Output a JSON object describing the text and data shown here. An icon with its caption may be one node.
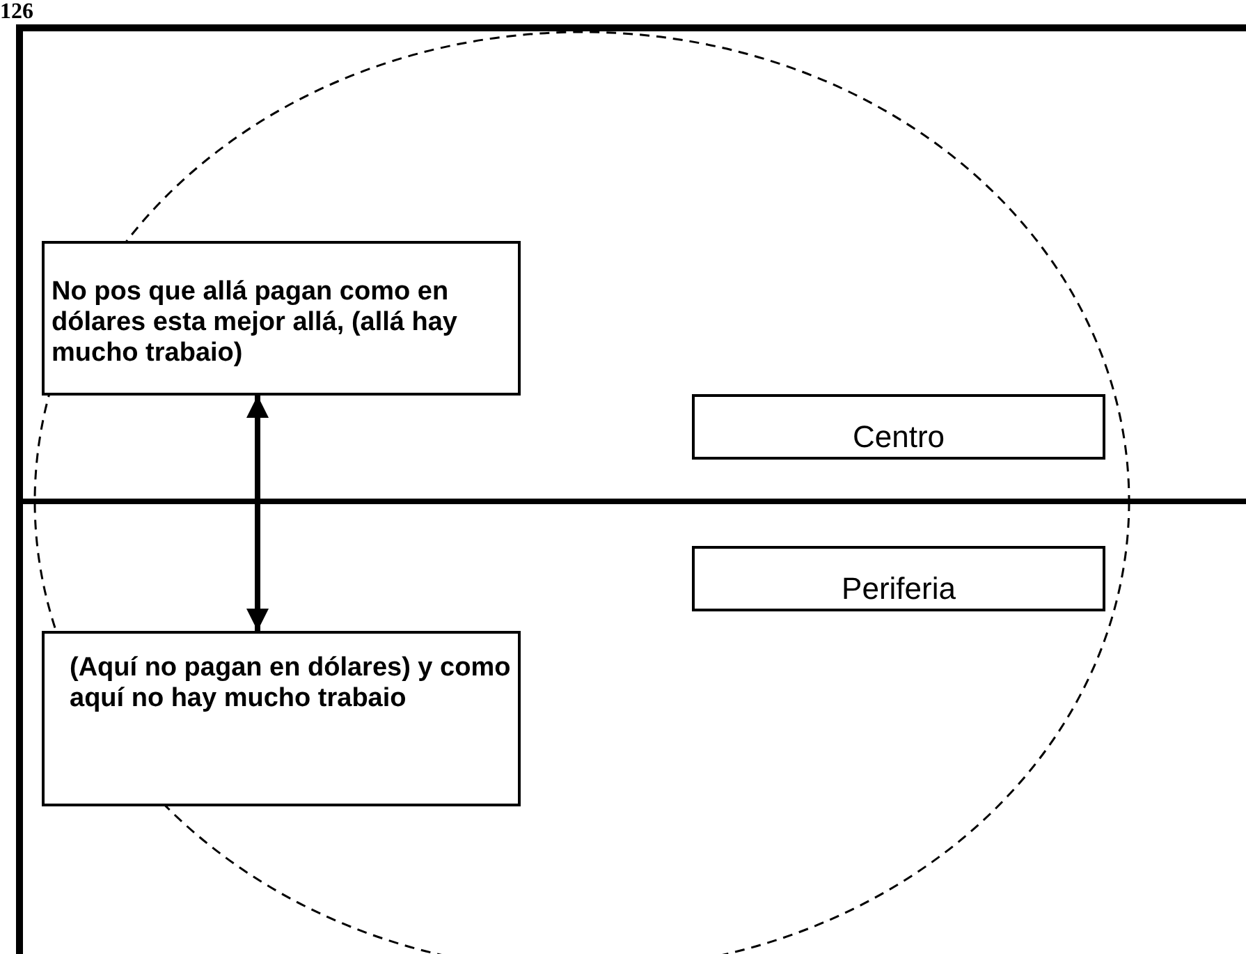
{
  "diagram": {
    "nodes": [
      {
        "text": [
          "No pos que allá pagan como en dólares esta mejor allá, (allá hay mucho trabaio)"
        ]
      },
      {
        "text": [
          "(Aquí no pagan en dólares) y como aquí no hay mucho trabaio"
        ]
      },
      {
        "text": [
          "Centro"
        ]
      },
      {
        "text": [
          "Periferia"
        ]
      }
    ],
    "edges": [
      {
        "from": 0,
        "to": 1,
        "arrow": "both"
      }
    ],
    "labels": [
      "126"
    ]
  }
}
